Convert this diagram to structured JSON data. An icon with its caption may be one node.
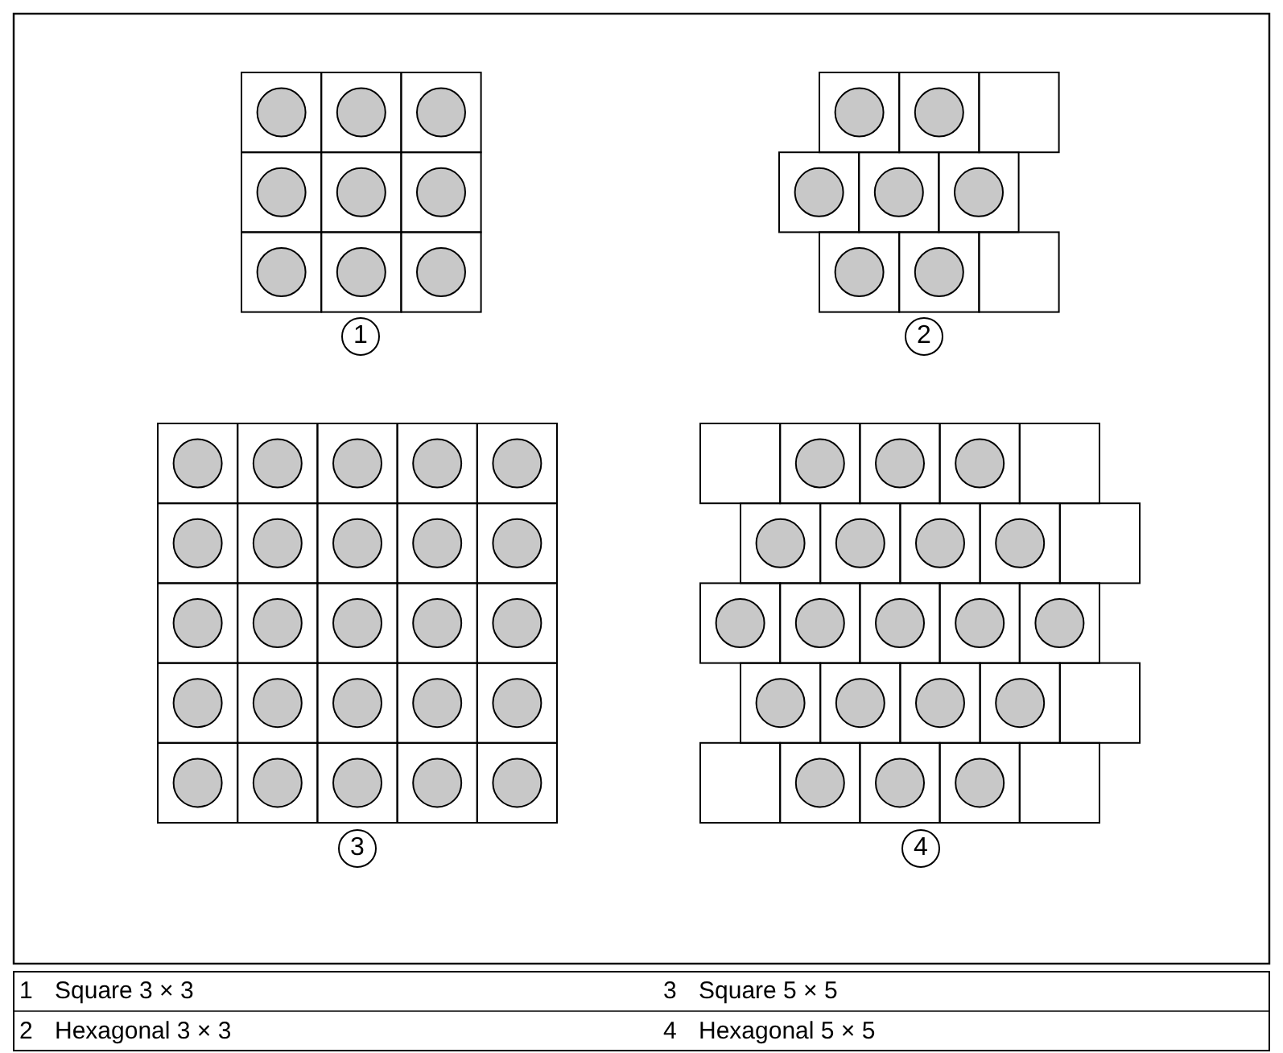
{
  "diagram": {
    "labels": [
      "1",
      "2",
      "3",
      "4",
      "1",
      "Square 3 × 3",
      "3",
      "Square 5 × 5",
      "2",
      "Hexagonal 3 × 3",
      "4",
      "Hexagonal 5 × 5"
    ]
  }
}
